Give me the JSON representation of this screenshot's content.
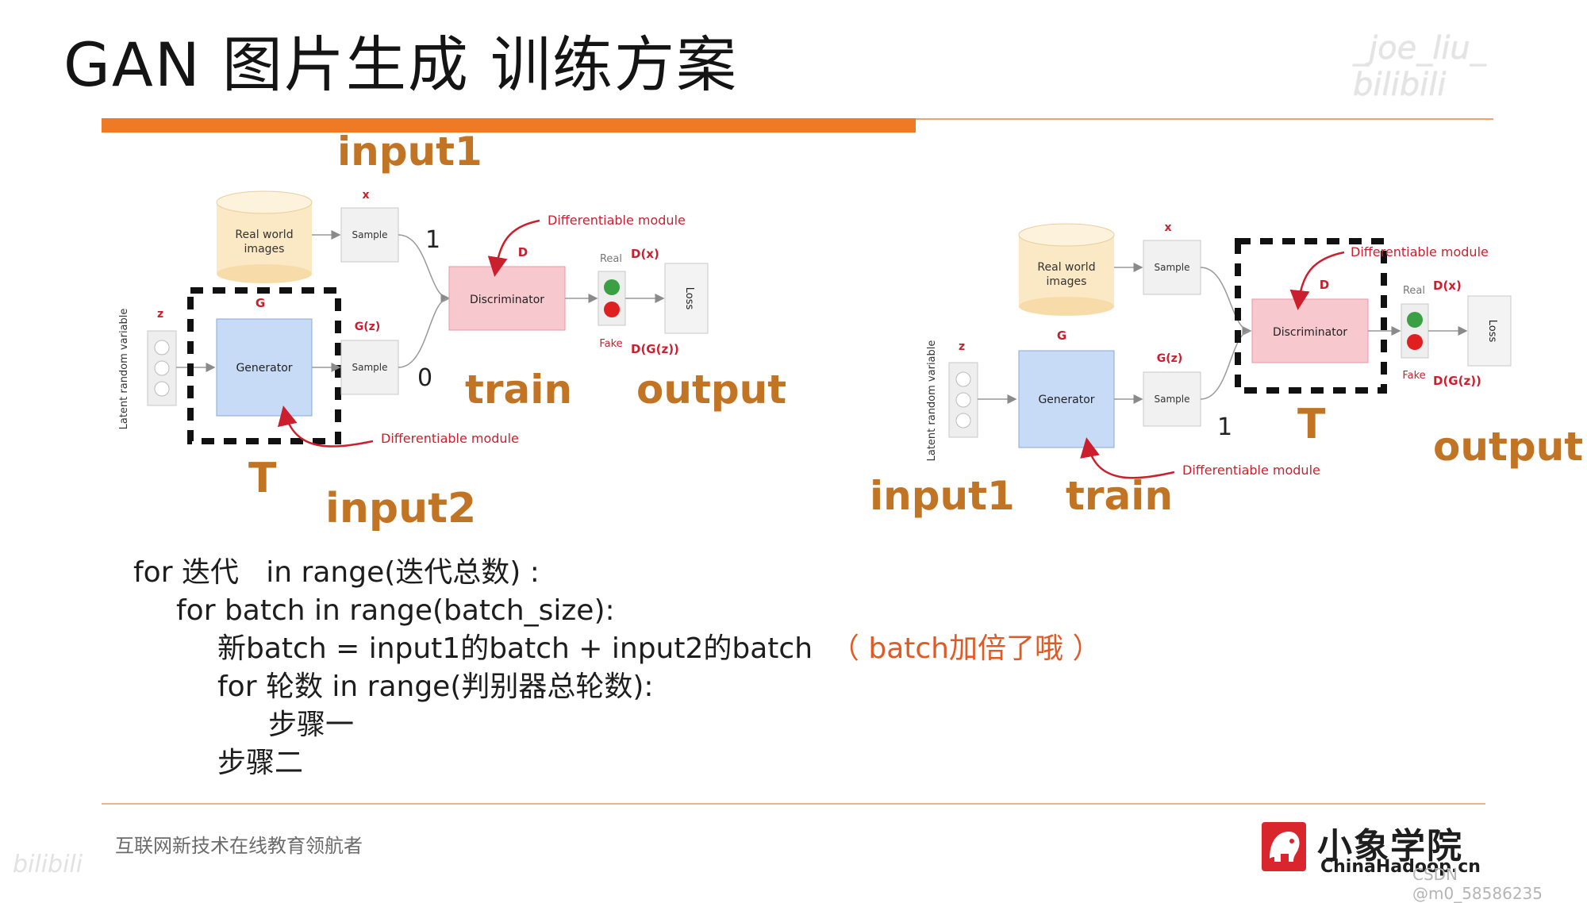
{
  "title": "GAN 图片生成 训练方案",
  "watermark_top": "_joe_liu_ bilibili",
  "watermark_bottom_left": "bilibili",
  "watermark_bottom_right": "CSDN @m0_58586235",
  "accent_color": "#ee7a26",
  "annotation_color": "#c17524",
  "diagram_label_color": "#cc1f2e",
  "diagram_common": {
    "real_world": [
      "Real world",
      "images"
    ],
    "sample": "Sample",
    "x": "x",
    "z": "z",
    "g_letter": "G",
    "d_letter": "D",
    "generator": "Generator",
    "discriminator": "Discriminator",
    "real": "Real",
    "fake": "Fake",
    "dx": "D(x)",
    "dgz": "D(G(z))",
    "gz": "G(z)",
    "loss": "Loss",
    "latent": "Latent random variable",
    "diff_module": "Differentiable module"
  },
  "diagram_left": {
    "ann_input1": "input1",
    "ann_input2": "input2",
    "ann_train": "train",
    "ann_output": "output",
    "ann_T": "T",
    "label_one": "1",
    "label_zero": "0"
  },
  "diagram_right": {
    "ann_input1": "input1",
    "ann_train": "train",
    "ann_output": "output",
    "ann_T": "T",
    "label_one": "1"
  },
  "code": {
    "line1": "for 迭代   in range(迭代总数) :",
    "line2": "for batch in range(batch_size):",
    "line3": "新batch = input1的batch + input2的batch",
    "line3_note": "（ batch加倍了哦 ）",
    "line4": "for 轮数 in range(判别器总轮数):",
    "line5": "步骤一",
    "line6": "步骤二"
  },
  "footer": {
    "slogan": "互联网新技术在线教育领航者",
    "logo_name": "小象学院",
    "logo_sub": "ChinaHadoop.cn"
  }
}
